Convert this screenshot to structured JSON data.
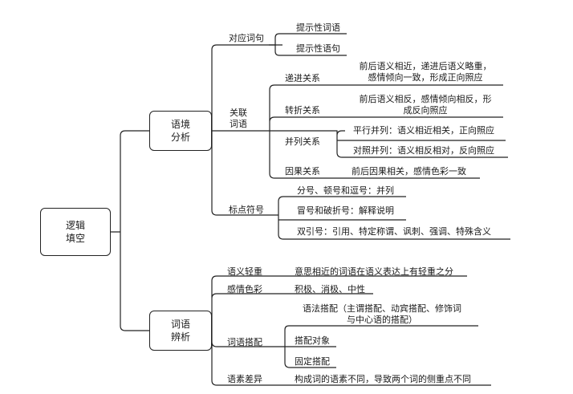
{
  "root": {
    "line1": "逻辑",
    "line2": "填空"
  },
  "branches": {
    "context": {
      "line1": "语境",
      "line2": "分析"
    },
    "word": {
      "line1": "词语",
      "line2": "辨析"
    }
  },
  "context": {
    "corresponding": {
      "label": "对应词句",
      "items": [
        "提示性词语",
        "提示性语句"
      ]
    },
    "related": {
      "label_line1": "关联",
      "label_line2": "词语",
      "progressive": {
        "label": "递进关系",
        "desc_line1": "前后语义相近，递进后语义略重，",
        "desc_line2": "感情倾向一致，形成正向照应"
      },
      "turning": {
        "label": "转折关系",
        "desc_line1": "前后语义相反，感情倾向相反，形",
        "desc_line2": "成反向照应"
      },
      "parallel": {
        "label": "并列关系",
        "items": [
          "平行并列：语义相近相关，正向照应",
          "对照并列：语义相反相对，反向照应"
        ]
      },
      "causal": {
        "label": "因果关系",
        "desc": "前后因果相关，感情色彩一致"
      }
    },
    "punctuation": {
      "label": "标点符号",
      "items": [
        "分号、顿号和逗号：并列",
        "冒号和破折号：解释说明",
        "双引号：引用、特定称谓、讽刺、强调、特殊含义"
      ]
    }
  },
  "word": {
    "weight": {
      "label": "语义轻重",
      "desc": "意思相近的词语在语义表达上有轻重之分"
    },
    "emotion": {
      "label": "感情色彩",
      "desc": "积极、消极、中性"
    },
    "collocation": {
      "label": "词语搭配",
      "grammar_line1": "语法搭配（主谓搭配、动宾搭配、修饰词",
      "grammar_line2": "与中心语的搭配）",
      "object": "搭配对象",
      "fixed": "固定搭配"
    },
    "morpheme": {
      "label": "语素差异",
      "desc": "构成词的语素不同，导致两个词的侧重点不同"
    }
  }
}
